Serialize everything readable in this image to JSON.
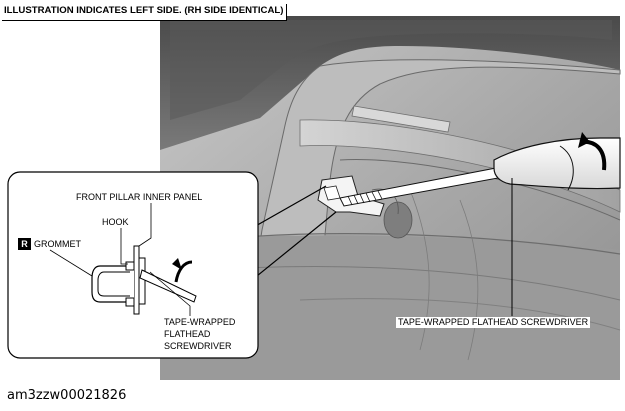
{
  "header": {
    "title": "ILLUSTRATION INDICATES LEFT SIDE. (RH SIDE IDENTICAL)"
  },
  "inset": {
    "badge": "R",
    "labels": {
      "front_pillar": "FRONT PILLAR INNER PANEL",
      "hook": "HOOK",
      "grommet": "GROMMET",
      "screwdriver_1": "TAPE-WRAPPED",
      "screwdriver_2": "FLATHEAD",
      "screwdriver_3": "SCREWDRIVER"
    }
  },
  "main": {
    "screwdriver_label": "TAPE-WRAPPED FLATHEAD SCREWDRIVER"
  },
  "footer": {
    "code": "am3zzw00021826"
  }
}
